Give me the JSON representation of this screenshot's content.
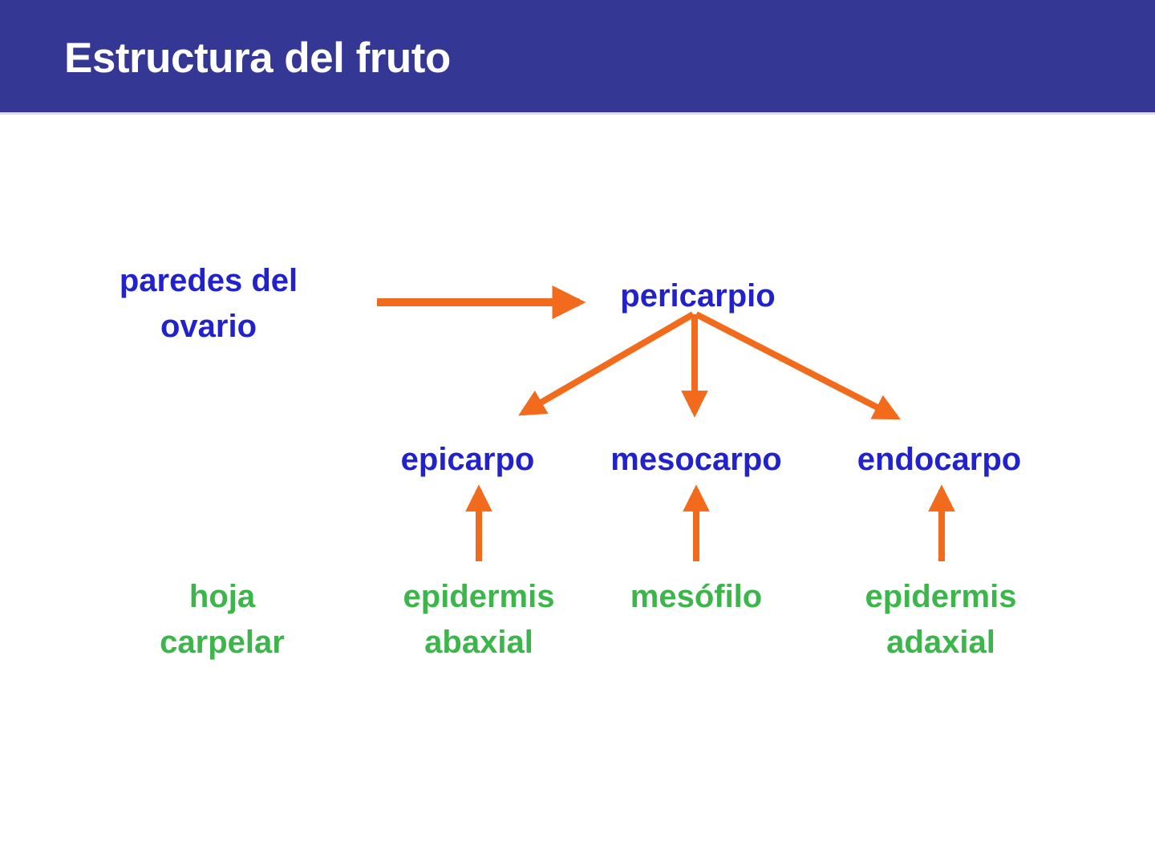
{
  "title": "Estructura del fruto",
  "colors": {
    "header_bg": "#353794",
    "title_text": "#ffffff",
    "node_blue": "#2222cc",
    "origin_green": "#3cb54a",
    "arrow_orange": "#f26b1d",
    "slide_bg": "#ffffff"
  },
  "diagram": {
    "ovary_walls": "paredes del\novario",
    "pericarp": "pericarpio",
    "layers": [
      {
        "label": "epicarpo"
      },
      {
        "label": "mesocarpo"
      },
      {
        "label": "endocarpo"
      }
    ],
    "origins": [
      {
        "label": "hoja\ncarpelar"
      },
      {
        "label": "epidermis\nabaxial"
      },
      {
        "label": "mesófilo"
      },
      {
        "label": "epidermis\nadaxial"
      }
    ]
  }
}
